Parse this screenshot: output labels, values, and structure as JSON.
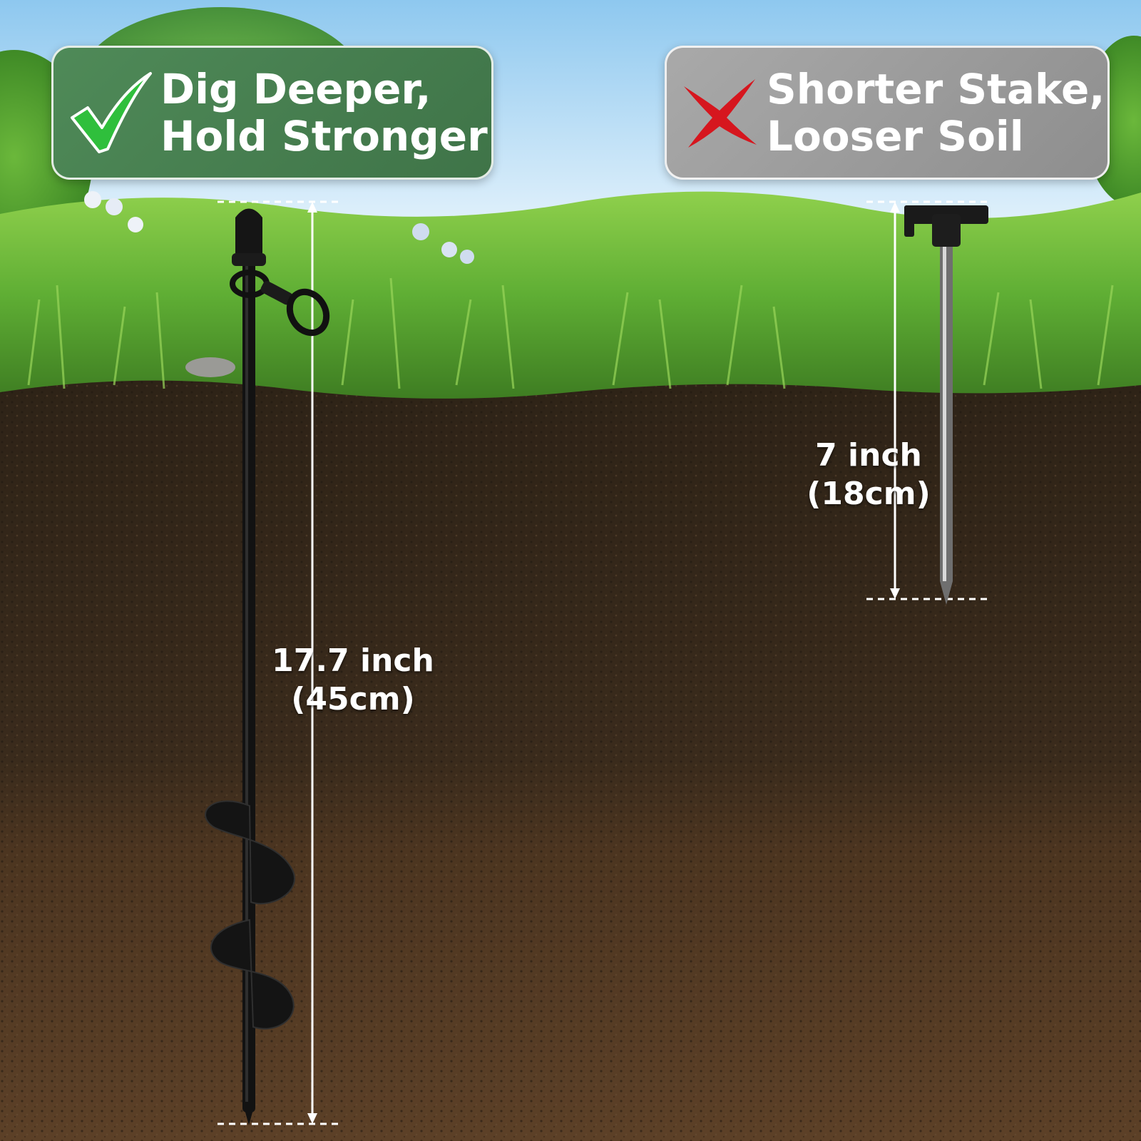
{
  "labels": {
    "good": {
      "line1": "Dig Deeper,",
      "line2": "Hold Stronger",
      "icon": "check-icon",
      "color": "#3f7448"
    },
    "bad": {
      "line1": "Shorter Stake,",
      "line2": "Looser Soil",
      "icon": "x-icon",
      "color": "#8e8e8e"
    }
  },
  "measurements": {
    "long": {
      "value": "17.7 inch",
      "metric": "(45cm)"
    },
    "short": {
      "value": "7 inch",
      "metric": "(18cm)"
    }
  },
  "colors": {
    "grass": "#5aa335",
    "soil_top": "#3b2d1f",
    "soil_bottom": "#5a3f25",
    "check": "#2fbf3c",
    "cross": "#d6161e"
  }
}
